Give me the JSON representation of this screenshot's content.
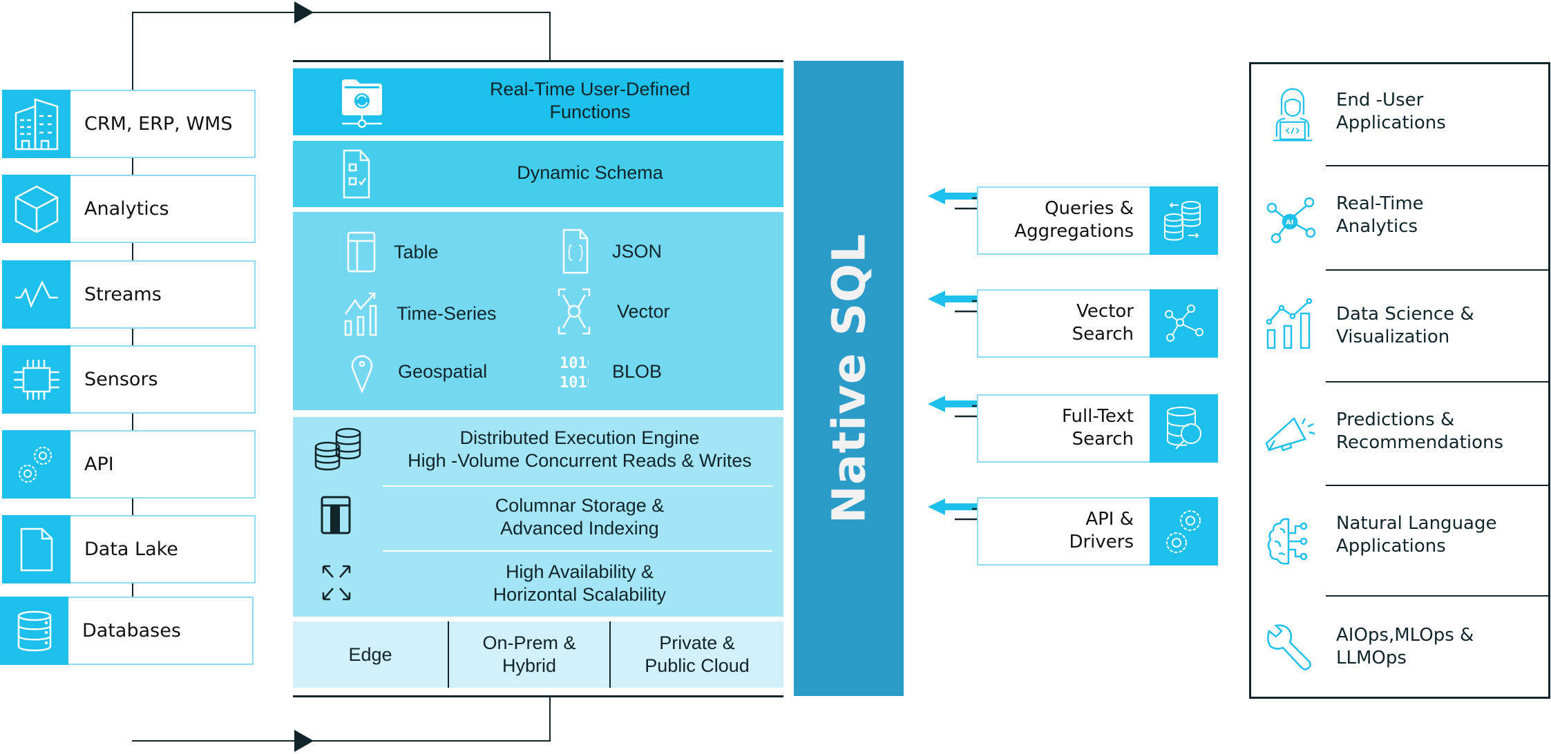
{
  "sources": [
    {
      "label": "CRM, ERP, WMS",
      "icon": "building-icon"
    },
    {
      "label": "Analytics",
      "icon": "cube-icon"
    },
    {
      "label": "Streams",
      "icon": "pulse-icon"
    },
    {
      "label": "Sensors",
      "icon": "chip-icon"
    },
    {
      "label": "API",
      "icon": "gears-icon"
    },
    {
      "label": "Data Lake",
      "icon": "file-icon"
    },
    {
      "label": "Databases",
      "icon": "database-icon"
    }
  ],
  "stack": {
    "udf": {
      "line1": "Real-Time User-Defined",
      "line2": "Functions",
      "icon": "folder-sync-icon"
    },
    "schema": {
      "label": "Dynamic Schema",
      "icon": "checklist-icon"
    },
    "data_types": [
      {
        "label": "Table",
        "icon": "table-icon"
      },
      {
        "label": "JSON",
        "icon": "json-file-icon"
      },
      {
        "label": "Time-Series",
        "icon": "time-series-icon"
      },
      {
        "label": "Vector",
        "icon": "vector-icon"
      },
      {
        "label": "Geospatial",
        "icon": "map-pin-icon"
      },
      {
        "label": "BLOB",
        "icon": "binary-icon"
      }
    ],
    "engine": [
      {
        "line1": "Distributed Execution Engine",
        "line2": "High -Volume Concurrent Reads & Writes",
        "icon": "databases-icon"
      },
      {
        "line1": "Columnar Storage &",
        "line2": "Advanced Indexing",
        "icon": "columnar-icon"
      },
      {
        "line1": "High Availability &",
        "line2": "Horizontal Scalability",
        "icon": "expand-icon"
      }
    ],
    "deployment": [
      {
        "line1": "Edge",
        "line2": ""
      },
      {
        "line1": "On-Prem &",
        "line2": "Hybrid"
      },
      {
        "line1": "Private &",
        "line2": "Public Cloud"
      }
    ]
  },
  "native_sql": {
    "label": "Native SQL"
  },
  "access": [
    {
      "line1": "Queries &",
      "line2": "Aggregations",
      "icon": "db-sync-icon"
    },
    {
      "line1": "Vector",
      "line2": "Search",
      "icon": "graph-nodes-icon"
    },
    {
      "line1": "Full-Text",
      "line2": "Search",
      "icon": "db-search-icon"
    },
    {
      "line1": "API &",
      "line2": "Drivers",
      "icon": "gears-icon"
    }
  ],
  "applications": [
    {
      "line1": "End -User",
      "line2": "Applications",
      "icon": "developer-icon"
    },
    {
      "line1": "Real-Time",
      "line2": "Analytics",
      "icon": "ai-network-icon"
    },
    {
      "line1": "Data Science &",
      "line2": "Visualization",
      "icon": "chart-icon"
    },
    {
      "line1": "Predictions &",
      "line2": "Recommendations",
      "icon": "megaphone-icon"
    },
    {
      "line1": "Natural Language",
      "line2": "Applications",
      "icon": "brain-circuit-icon"
    },
    {
      "line1": "AIOps,MLOps &",
      "line2": "LLMOps",
      "icon": "wrench-icon"
    }
  ],
  "colors": {
    "accent": "#1cc0ea",
    "native_sql": "#2b9bc8",
    "panel_udf": "#1cc0ea",
    "panel_schema": "#45cdec",
    "panel_types": "#73d8f0",
    "panel_engine": "#a3e4f5",
    "panel_deploy": "#d1f0f9",
    "ink": "#10242a"
  }
}
